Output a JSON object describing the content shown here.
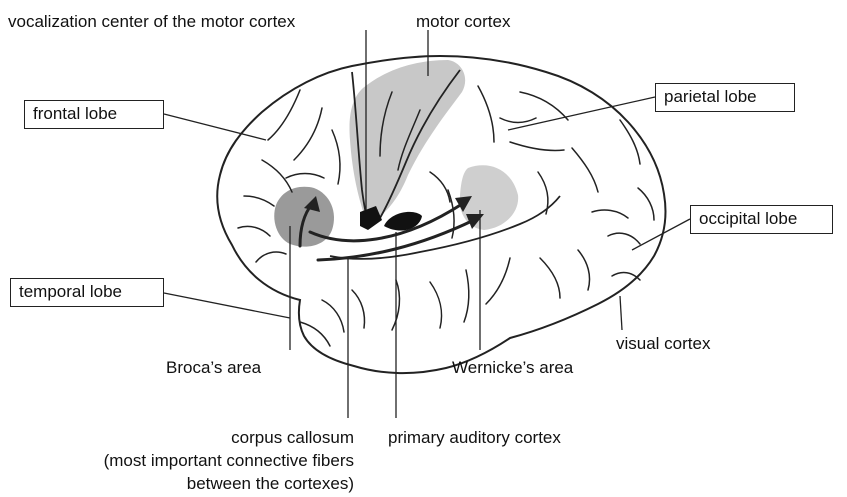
{
  "labels": {
    "vocalization_center": "vocalization center of the motor cortex",
    "motor_cortex": "motor cortex",
    "frontal_lobe": "frontal lobe",
    "parietal_lobe": "parietal lobe",
    "occipital_lobe": "occipital lobe",
    "temporal_lobe": "temporal lobe",
    "visual_cortex": "visual cortex",
    "brocas_area": "Broca’s area",
    "wernickes_area": "Wernicke’s area",
    "corpus_callosum_1": "corpus callosum",
    "corpus_callosum_2": "(most important connective fibers",
    "corpus_callosum_3": "between the cortexes)",
    "primary_auditory_cortex": "primary auditory cortex"
  },
  "colors": {
    "outline": "#222222",
    "motor_cortex_fill": "#c8c8c8",
    "brocas_fill": "#9a9a9a",
    "wernickes_fill": "#cfcfcf",
    "vocal_center_fill": "#111111",
    "auditory_fill": "#111111"
  }
}
